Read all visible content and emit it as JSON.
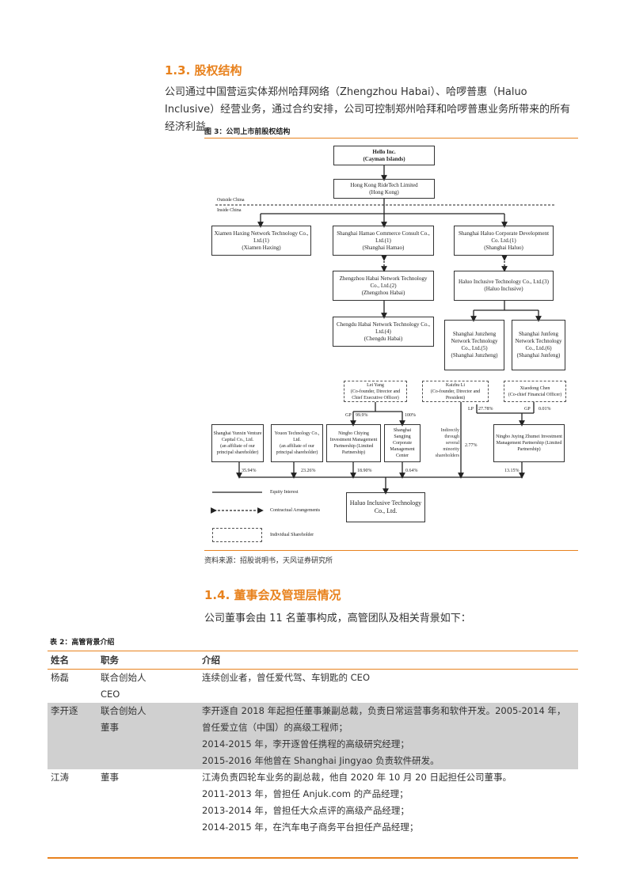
{
  "section13": {
    "title": "1.3. 股权结构",
    "para": "公司通过中国营运实体郑州哈拜网络（Zhengzhou Habai）、哈啰普惠（Haluo Inclusive）经营业务，通过合约安排，公司可控制郑州哈拜和哈啰普惠业务所带来的所有经济利益。"
  },
  "figure": {
    "caption": "图 3：公司上市前股权结构",
    "source": "资料来源：招股说明书，天风证券研究所",
    "boxes": {
      "hello": "Hello Inc.\n(Cayman Islands)",
      "hk": "Hong Kong RideTech Limited\n(Hong Kong)",
      "xiamen": "Xiamen Haxing Network Technology Co., Ltd.(1)\n(Xiamen Haxing)",
      "hamao": "Shanghai Hamao Commerce Consult Co., Ltd.(1)\n(Shanghai Hamao)",
      "haluocorp": "Shanghai Haluo Corporate Development Co. Ltd.(1)\n(Shanghai Haluo)",
      "zhengzhou": "Zhengzhou Habai Network Technology Co., Ltd.(2)\n(Zhengzhou Habai)",
      "haluoinc": "Haluo Inclusive Technology Co., Ltd.(3)\n(Haluo Inclusive)",
      "chengdu": "Chengdu Habai Network Technology Co., Ltd.(4)\n(Chengdu Habai)",
      "junzheng": "Shanghai Junzheng Network Technology Co., Ltd.(5)\n(Shanghai Junzheng)",
      "junfeng": "Shanghai Junfeng Network Technology Co., Ltd.(6)\n(Shanghai Junfeng)",
      "leiyang": "Lei Yang\n(Co-founder, Director and Chief Executive Officer)",
      "kaizhu": "Kaizhu Li\n(Co-founder, Director and President)",
      "xiaodong": "Xiaodong Chen\n(Co-chief Financial Officer)",
      "yunxin": "Shanghai Yunxin Venture Capital Co., Ltd.\n(an affiliate of our principal shareholder)",
      "youon": "Youon Technology Co., Ltd.\n(an affiliate of our principal shareholder)",
      "chiying": "Ningbo Chiying Investment Management Partnership (Limited Partnership)",
      "sangjing": "Shanghai Sangjing Corporate Management Center",
      "juying": "Ningbo Juying Zhumei Investment Management Partnership (Limited Partnership)",
      "final": "Haluo Inclusive Technology Co., Ltd."
    },
    "indirect": "Indirectly through several minority shareholders",
    "labels": {
      "outside": "Outside China",
      "inside": "Inside China",
      "gp1": "GP",
      "p999": "99.9%",
      "p100": "100%",
      "lp": "LP",
      "p2778": "27.78%",
      "gp2": "GP",
      "p001": "0.01%",
      "p3594": "35.94%",
      "p2326": "23.26%",
      "p1890": "18.90%",
      "p064": "0.64%",
      "p277": "2.77%",
      "p1315": "13.15%"
    },
    "legend": {
      "equity": "Equity Interest",
      "contract": "Contractual Arrangements",
      "individual": "Individual Shareholder"
    }
  },
  "section14": {
    "title": "1.4. 董事会及管理层情况",
    "para": "公司董事会由 11 名董事构成，高管团队及相关背景如下："
  },
  "table": {
    "caption": "表 2：高管背景介绍",
    "headers": [
      "姓名",
      "职务",
      "介绍"
    ],
    "rows": [
      {
        "name": "杨磊",
        "roles": [
          "联合创始人",
          "CEO"
        ],
        "intro": [
          "连续创业者，曾任爱代驾、车钥匙的 CEO"
        ]
      },
      {
        "name": "李开逐",
        "roles": [
          "联合创始人",
          "董事"
        ],
        "intro": [
          "李开逐自 2018 年起担任董事兼副总裁，负责日常运营事务和软件开发。2005-2014 年，",
          "曾任爱立信（中国）的高级工程师；",
          "2014-2015 年，李开逐曾任携程的高级研究经理；",
          "2015-2016 年他曾在 Shanghai Jingyao 负责软件研发。"
        ]
      },
      {
        "name": "江涛",
        "roles": [
          "董事"
        ],
        "intro": [
          "江涛负责四轮车业务的副总裁，他自 2020 年 10 月 20 日起担任公司董事。",
          "2011-2013 年，曾担任 Anjuk.com 的产品经理；",
          "2013-2014 年，曾担任大众点评的高级产品经理；",
          "2014-2015 年，在汽车电子商务平台担任产品经理；"
        ]
      }
    ]
  },
  "colors": {
    "accent": "#e8821e",
    "row_highlight": "#d0d0d0"
  }
}
